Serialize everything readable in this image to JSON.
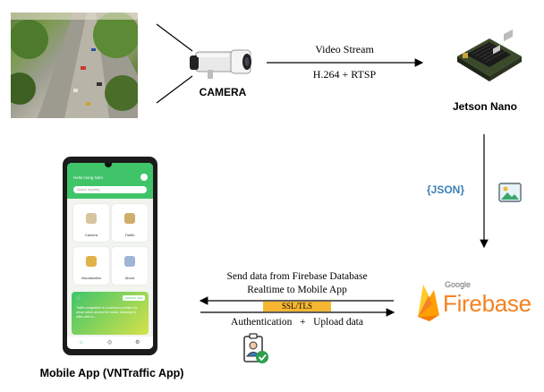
{
  "labels": {
    "camera": "CAMERA",
    "jetson": "Jetson Nano",
    "video_stream": "Video Stream",
    "protocol": "H.264 + RTSP",
    "send_data_line1": "Send data from Firebase Database",
    "send_data_line2": "Realtime to Mobile App",
    "ssl": "SSL/TLS",
    "auth_upload": "Authentication   +   Upload data",
    "mobile_app": "Mobile App (VNTraffic App)",
    "json_badge": "{JSON}",
    "firebase_brand": "Google",
    "firebase_name": "Firebase"
  },
  "phone_app": {
    "greeting": "Hello Hong Nam",
    "search_placeholder": "Search anything",
    "tiles": [
      "Camera",
      "Traffic",
      "Visualization",
      "About"
    ],
    "banner_text": "Traffic congestion is a common problem for urban areas around the world, including in cities with rc...",
    "banner_badge": "TRAFFIC JAM"
  },
  "colors": {
    "arrow": "#000000",
    "ssl_bar": "#f5b731",
    "firebase_orange": "#f58220",
    "firebase_yellow": "#ffca28",
    "json_blue": "#3d7fb8",
    "app_green": "#3fc46a",
    "check_green": "#2e9e4f"
  },
  "icons": {
    "camera": "cctv-camera-icon",
    "jetson": "jetson-board-icon",
    "image": "image-icon",
    "firebase": "firebase-flame-icon",
    "auth": "id-badge-check-icon"
  }
}
